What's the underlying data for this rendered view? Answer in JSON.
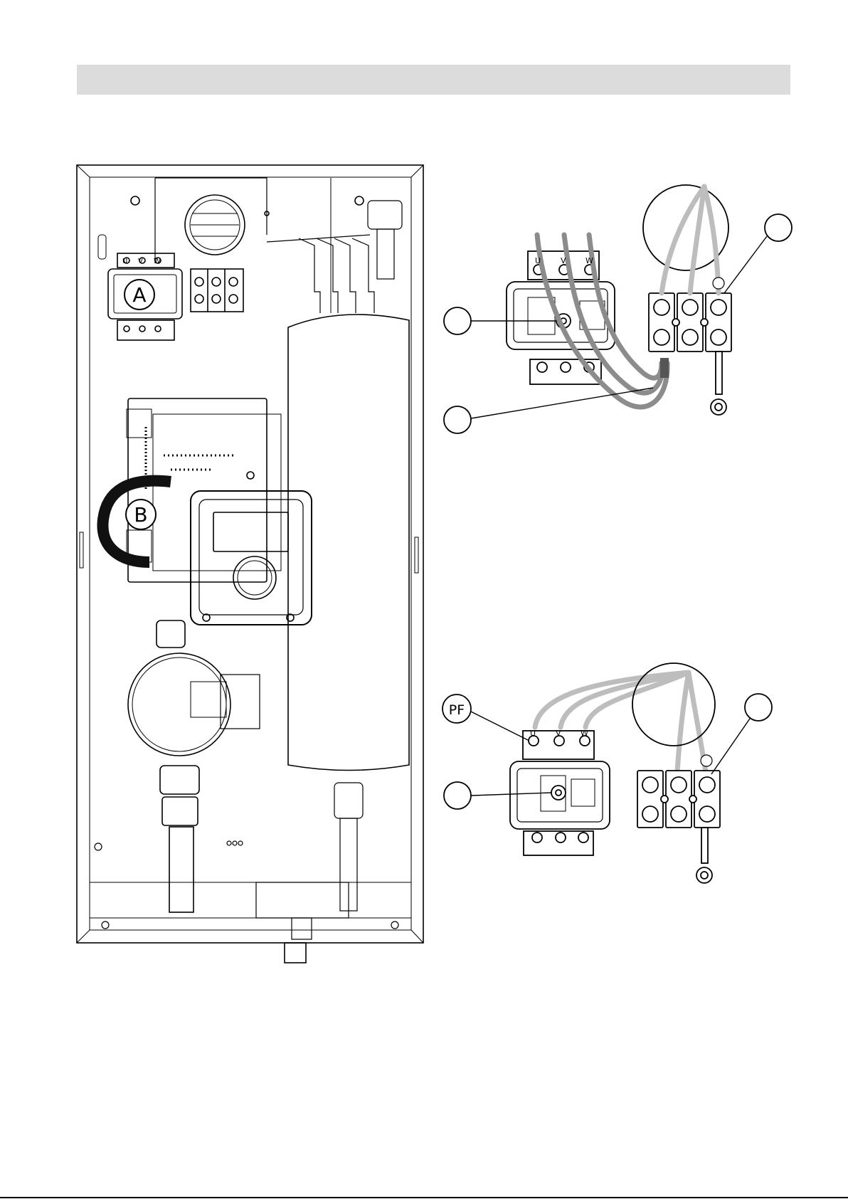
{
  "header": {
    "title": ""
  },
  "unit_view": {
    "callout_a": "A",
    "callout_b": "B",
    "terminal_letters": [
      "U",
      "V",
      "W"
    ]
  },
  "detail_top": {
    "callout_right": "",
    "callout_left_top": "",
    "callout_left_bottom": "",
    "terminal_letters": [
      "U",
      "V",
      "W"
    ]
  },
  "detail_bottom": {
    "callout_pf": "PF",
    "callout_right": "",
    "callout_left": "",
    "terminal_letters": [
      "U",
      "V",
      "W"
    ]
  },
  "colors": {
    "line": "#000000",
    "cable": "#8c8c8c",
    "cable_light": "#bdbdbd",
    "cable_dark": "#111111",
    "band": "#dcdcdc"
  }
}
